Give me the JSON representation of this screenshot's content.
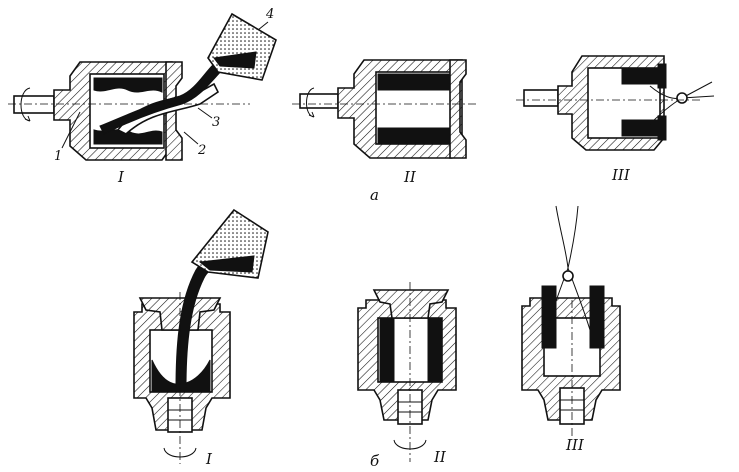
{
  "rows": {
    "top": {
      "label": "а"
    },
    "bottom": {
      "label": "б"
    }
  },
  "stages": {
    "top": [
      {
        "label": "I"
      },
      {
        "label": "II"
      },
      {
        "label": "III"
      }
    ],
    "bottom": [
      {
        "label": "I"
      },
      {
        "label": "II"
      },
      {
        "label": "III"
      }
    ]
  },
  "callouts": [
    {
      "label": "1"
    },
    {
      "label": "2"
    },
    {
      "label": "3"
    },
    {
      "label": "4"
    }
  ]
}
